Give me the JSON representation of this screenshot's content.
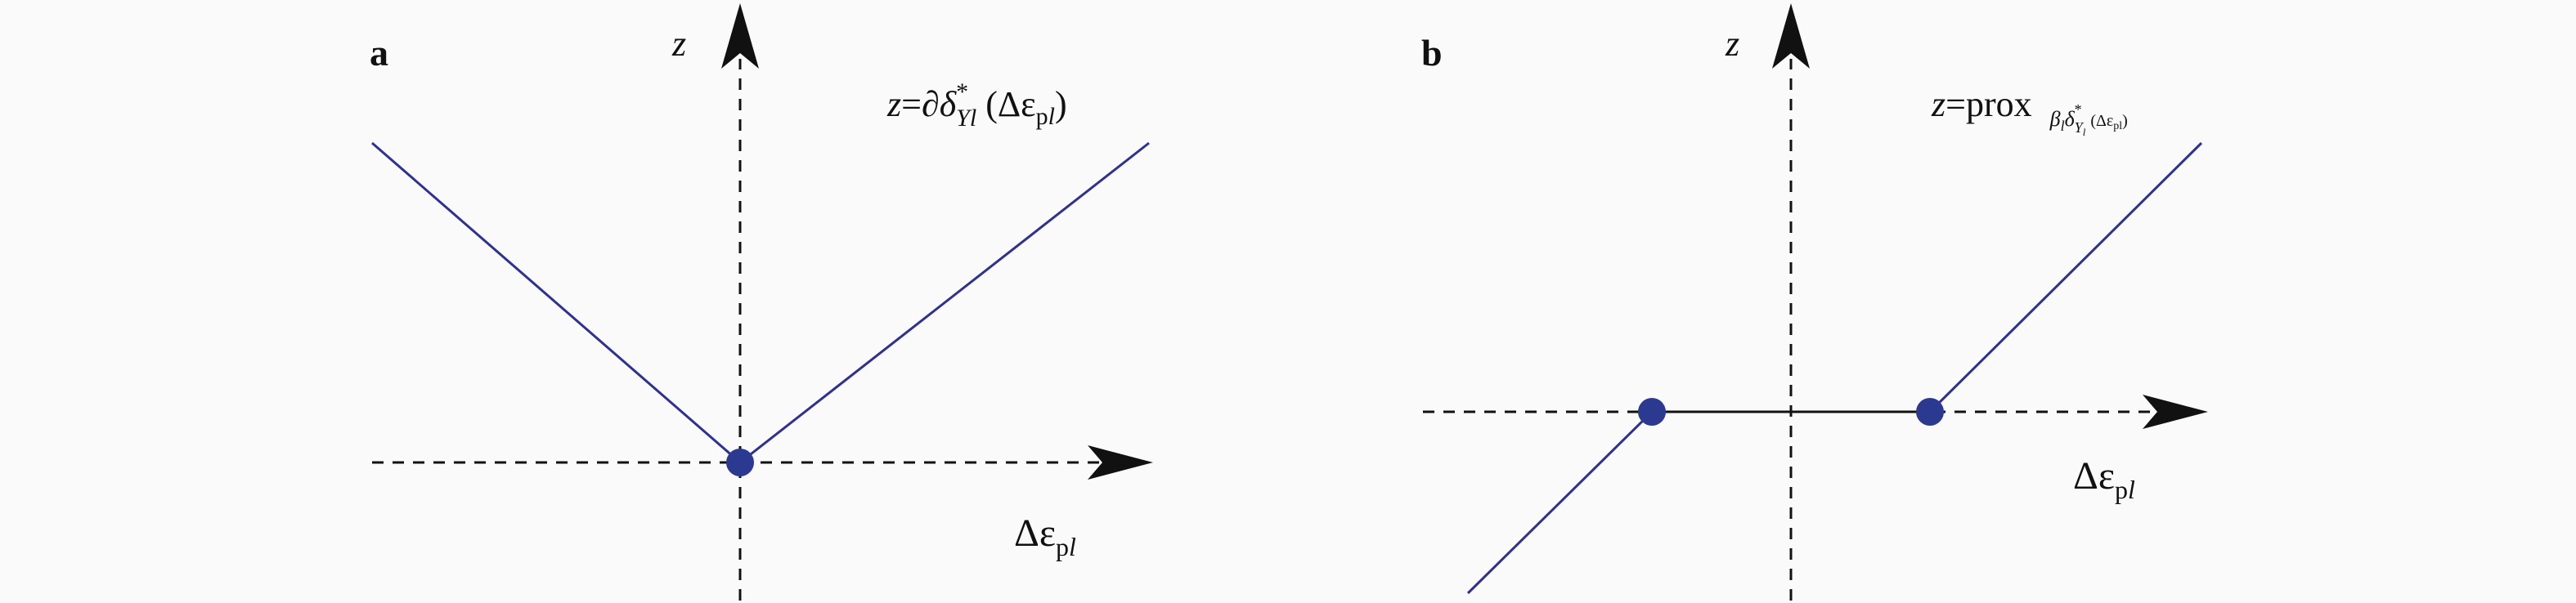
{
  "colors": {
    "curve": "#2e3192",
    "dot": "#2b3990",
    "axis": "#111111"
  },
  "panel_a": {
    "letter": "a",
    "z_axis_label": "z",
    "x_axis_label": {
      "symbol": "Δε",
      "subscript_p": "p",
      "subscript_l": "l"
    },
    "curve_label": {
      "lhs": "z",
      "eq": "=",
      "partial": "∂",
      "delta": "δ",
      "star": "*",
      "subscript": "Yl",
      "open": " (",
      "arg": "Δε",
      "arg_sub_p": "p",
      "arg_sub_l": "l",
      "close": ")"
    }
  },
  "panel_b": {
    "letter": "b",
    "z_axis_label": "z",
    "x_axis_label": {
      "symbol": "Δε",
      "subscript_p": "p",
      "subscript_l": "l"
    },
    "curve_label": {
      "lhs": "z",
      "eq": "=",
      "op": "prox",
      "beta": "β",
      "beta_sub": "l",
      "delta": "δ",
      "star": "*",
      "delta_sub": "Y",
      "delta_sub_sub": "l",
      "arg": "(Δε",
      "arg_sub": "pl",
      "close": ")"
    }
  }
}
